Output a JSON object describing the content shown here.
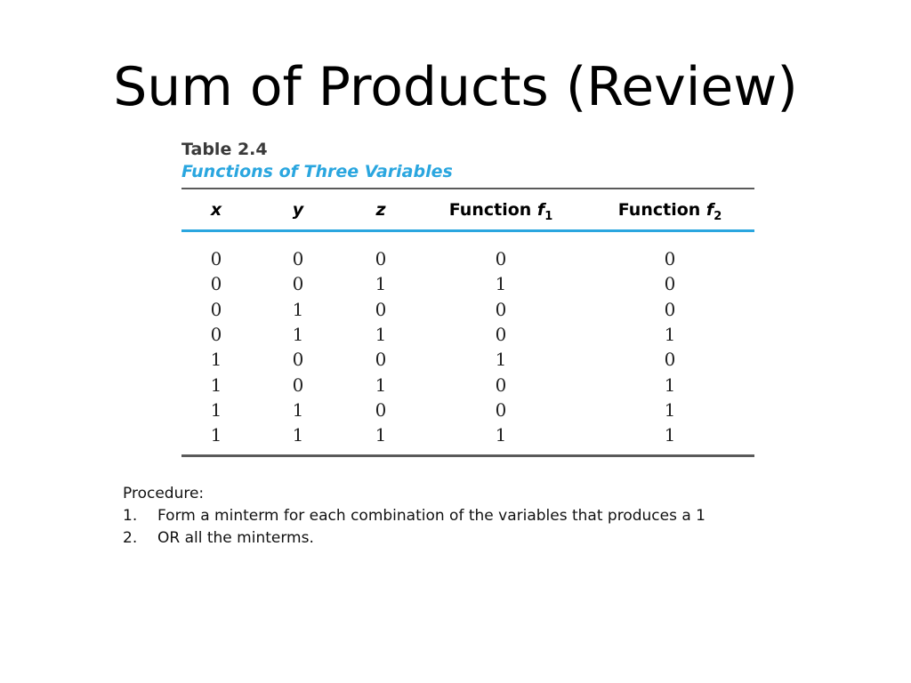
{
  "slide": {
    "title": "Sum of Products (Review)"
  },
  "table": {
    "label": "Table 2.4",
    "caption": "Functions of Three Variables",
    "headers": [
      {
        "text": "x",
        "italic": true,
        "sub": ""
      },
      {
        "text": "y",
        "italic": true,
        "sub": ""
      },
      {
        "text": "z",
        "italic": true,
        "sub": ""
      },
      {
        "text": "Function ",
        "var": "f",
        "sub": "1"
      },
      {
        "text": "Function ",
        "var": "f",
        "sub": "2"
      }
    ],
    "rows": [
      [
        "0",
        "0",
        "0",
        "0",
        "0"
      ],
      [
        "0",
        "0",
        "1",
        "1",
        "0"
      ],
      [
        "0",
        "1",
        "0",
        "0",
        "0"
      ],
      [
        "0",
        "1",
        "1",
        "0",
        "1"
      ],
      [
        "1",
        "0",
        "0",
        "1",
        "0"
      ],
      [
        "1",
        "0",
        "1",
        "0",
        "1"
      ],
      [
        "1",
        "1",
        "0",
        "0",
        "1"
      ],
      [
        "1",
        "1",
        "1",
        "1",
        "1"
      ]
    ]
  },
  "procedure": {
    "heading": "Procedure:",
    "items": [
      {
        "num": "1.",
        "text": "Form a minterm for each combination of the variables that produces a 1"
      },
      {
        "num": "2.",
        "text": "OR all the minterms."
      }
    ]
  },
  "colors": {
    "accent": "#2aa6df",
    "rule": "#5a5a5a",
    "heading_gray": "#3a3a3a"
  }
}
